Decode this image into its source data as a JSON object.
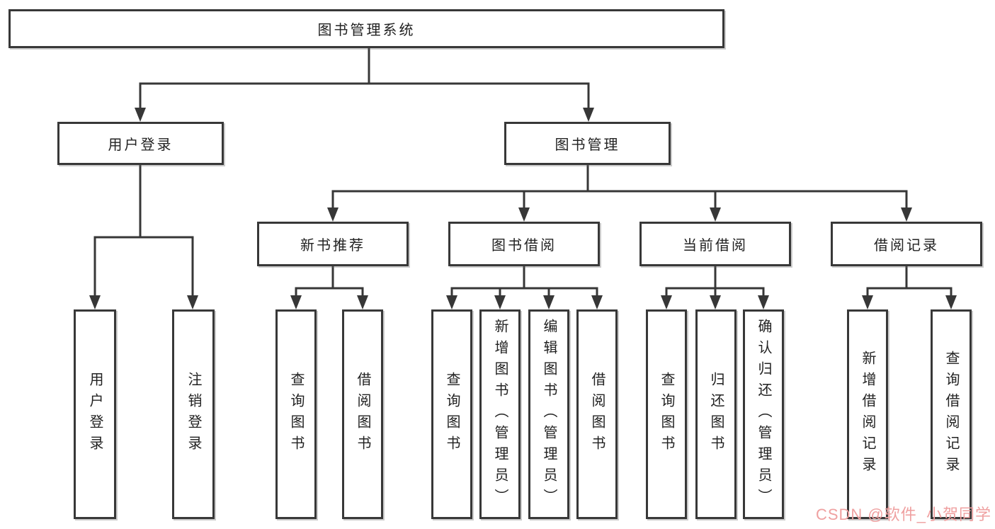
{
  "colors": {
    "background": "#ffffff",
    "line": "#373737",
    "box_border": "#383838",
    "text": "#222222",
    "watermark": "#efa0a0"
  },
  "watermark": {
    "text": "CSDN @软件_小贺同学"
  },
  "nodes": {
    "root": "图书管理系统",
    "level2": [
      "用户登录",
      "图书管理"
    ],
    "level3": [
      "新书推荐",
      "图书借阅",
      "当前借阅",
      "借阅记录"
    ],
    "leaves": {
      "user": [
        "用户登录",
        "注销登录"
      ],
      "recommend": [
        "查询图书",
        "借阅图书"
      ],
      "borrow": [
        "查询图书",
        "新增图书（管理员）",
        "编辑图书（管理员）",
        "借阅图书"
      ],
      "current": [
        "查询图书",
        "归还图书",
        "确认归还（管理员）"
      ],
      "record": [
        "新增借阅记录",
        "查询借阅记录"
      ]
    }
  }
}
